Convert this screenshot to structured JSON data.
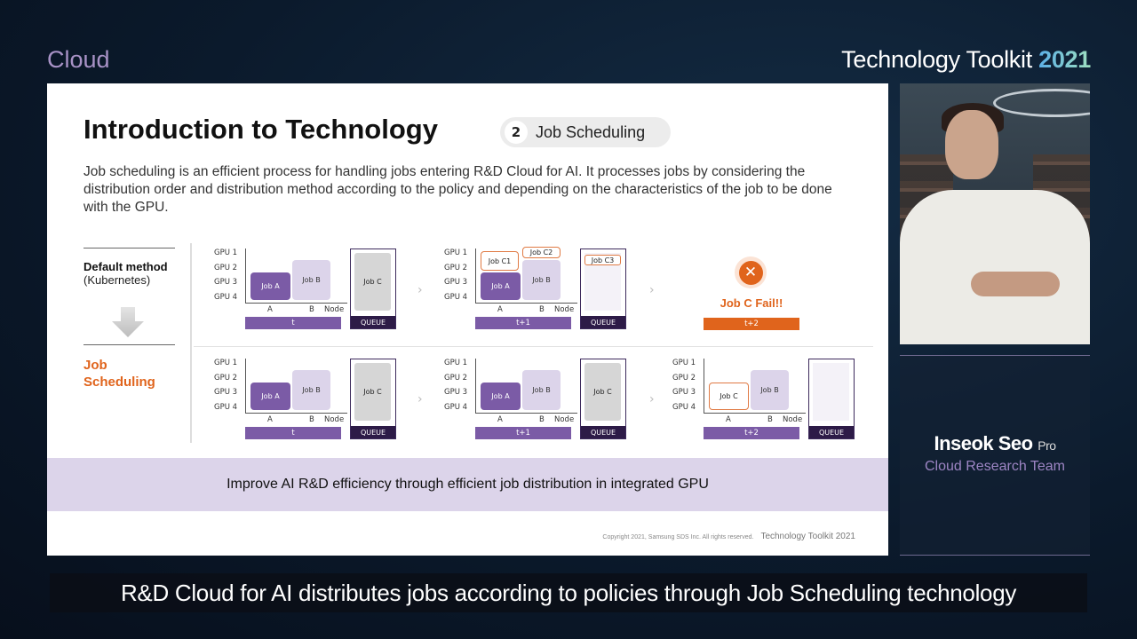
{
  "header": {
    "section": "Cloud",
    "brand_text": "Technology Toolkit ",
    "brand_year": "2021"
  },
  "slide": {
    "title": "Introduction to Technology",
    "tag_number": "2",
    "tag_label": "Job Scheduling",
    "description": "Job scheduling is an efficient process for handling jobs entering R&D Cloud for AI. It processes jobs by considering the distribution order and distribution method according to the policy and depending on the characteristics of the job to be done with the GPU.",
    "default_method_title": "Default method",
    "default_method_sub": "(Kubernetes)",
    "job_scheduling_label": "Job\nScheduling",
    "gpu_labels": [
      "GPU 1",
      "GPU 2",
      "GPU 3",
      "GPU 4"
    ],
    "node_labels": {
      "a": "A",
      "b": "B",
      "node": "Node"
    },
    "jobs": {
      "a": "Job A",
      "b": "Job B",
      "c": "Job C",
      "c1": "Job C1",
      "c2": "Job C2",
      "c3": "Job C3"
    },
    "queue_label": "QUEUE",
    "time_labels": [
      "t",
      "t+1",
      "t+2"
    ],
    "fail_text": "Job C Fail!!",
    "fail_icon": "✕",
    "band_text": "Improve AI R&D efficiency through efficient job distribution in integrated GPU",
    "copyright": "Copyright 2021, Samsung SDS Inc. All rights reserved.",
    "footer_brand": "Technology Toolkit  2021"
  },
  "speaker": {
    "name": "Inseok Seo",
    "title": "Pro",
    "team": "Cloud Research Team"
  },
  "caption": "R&D Cloud for AI distributes jobs according to policies through Job Scheduling technology",
  "colors": {
    "accent_purple": "#7b5ba6",
    "accent_orange": "#e0641c",
    "queue_dark": "#2d1b47",
    "band": "#dcd4ea"
  }
}
